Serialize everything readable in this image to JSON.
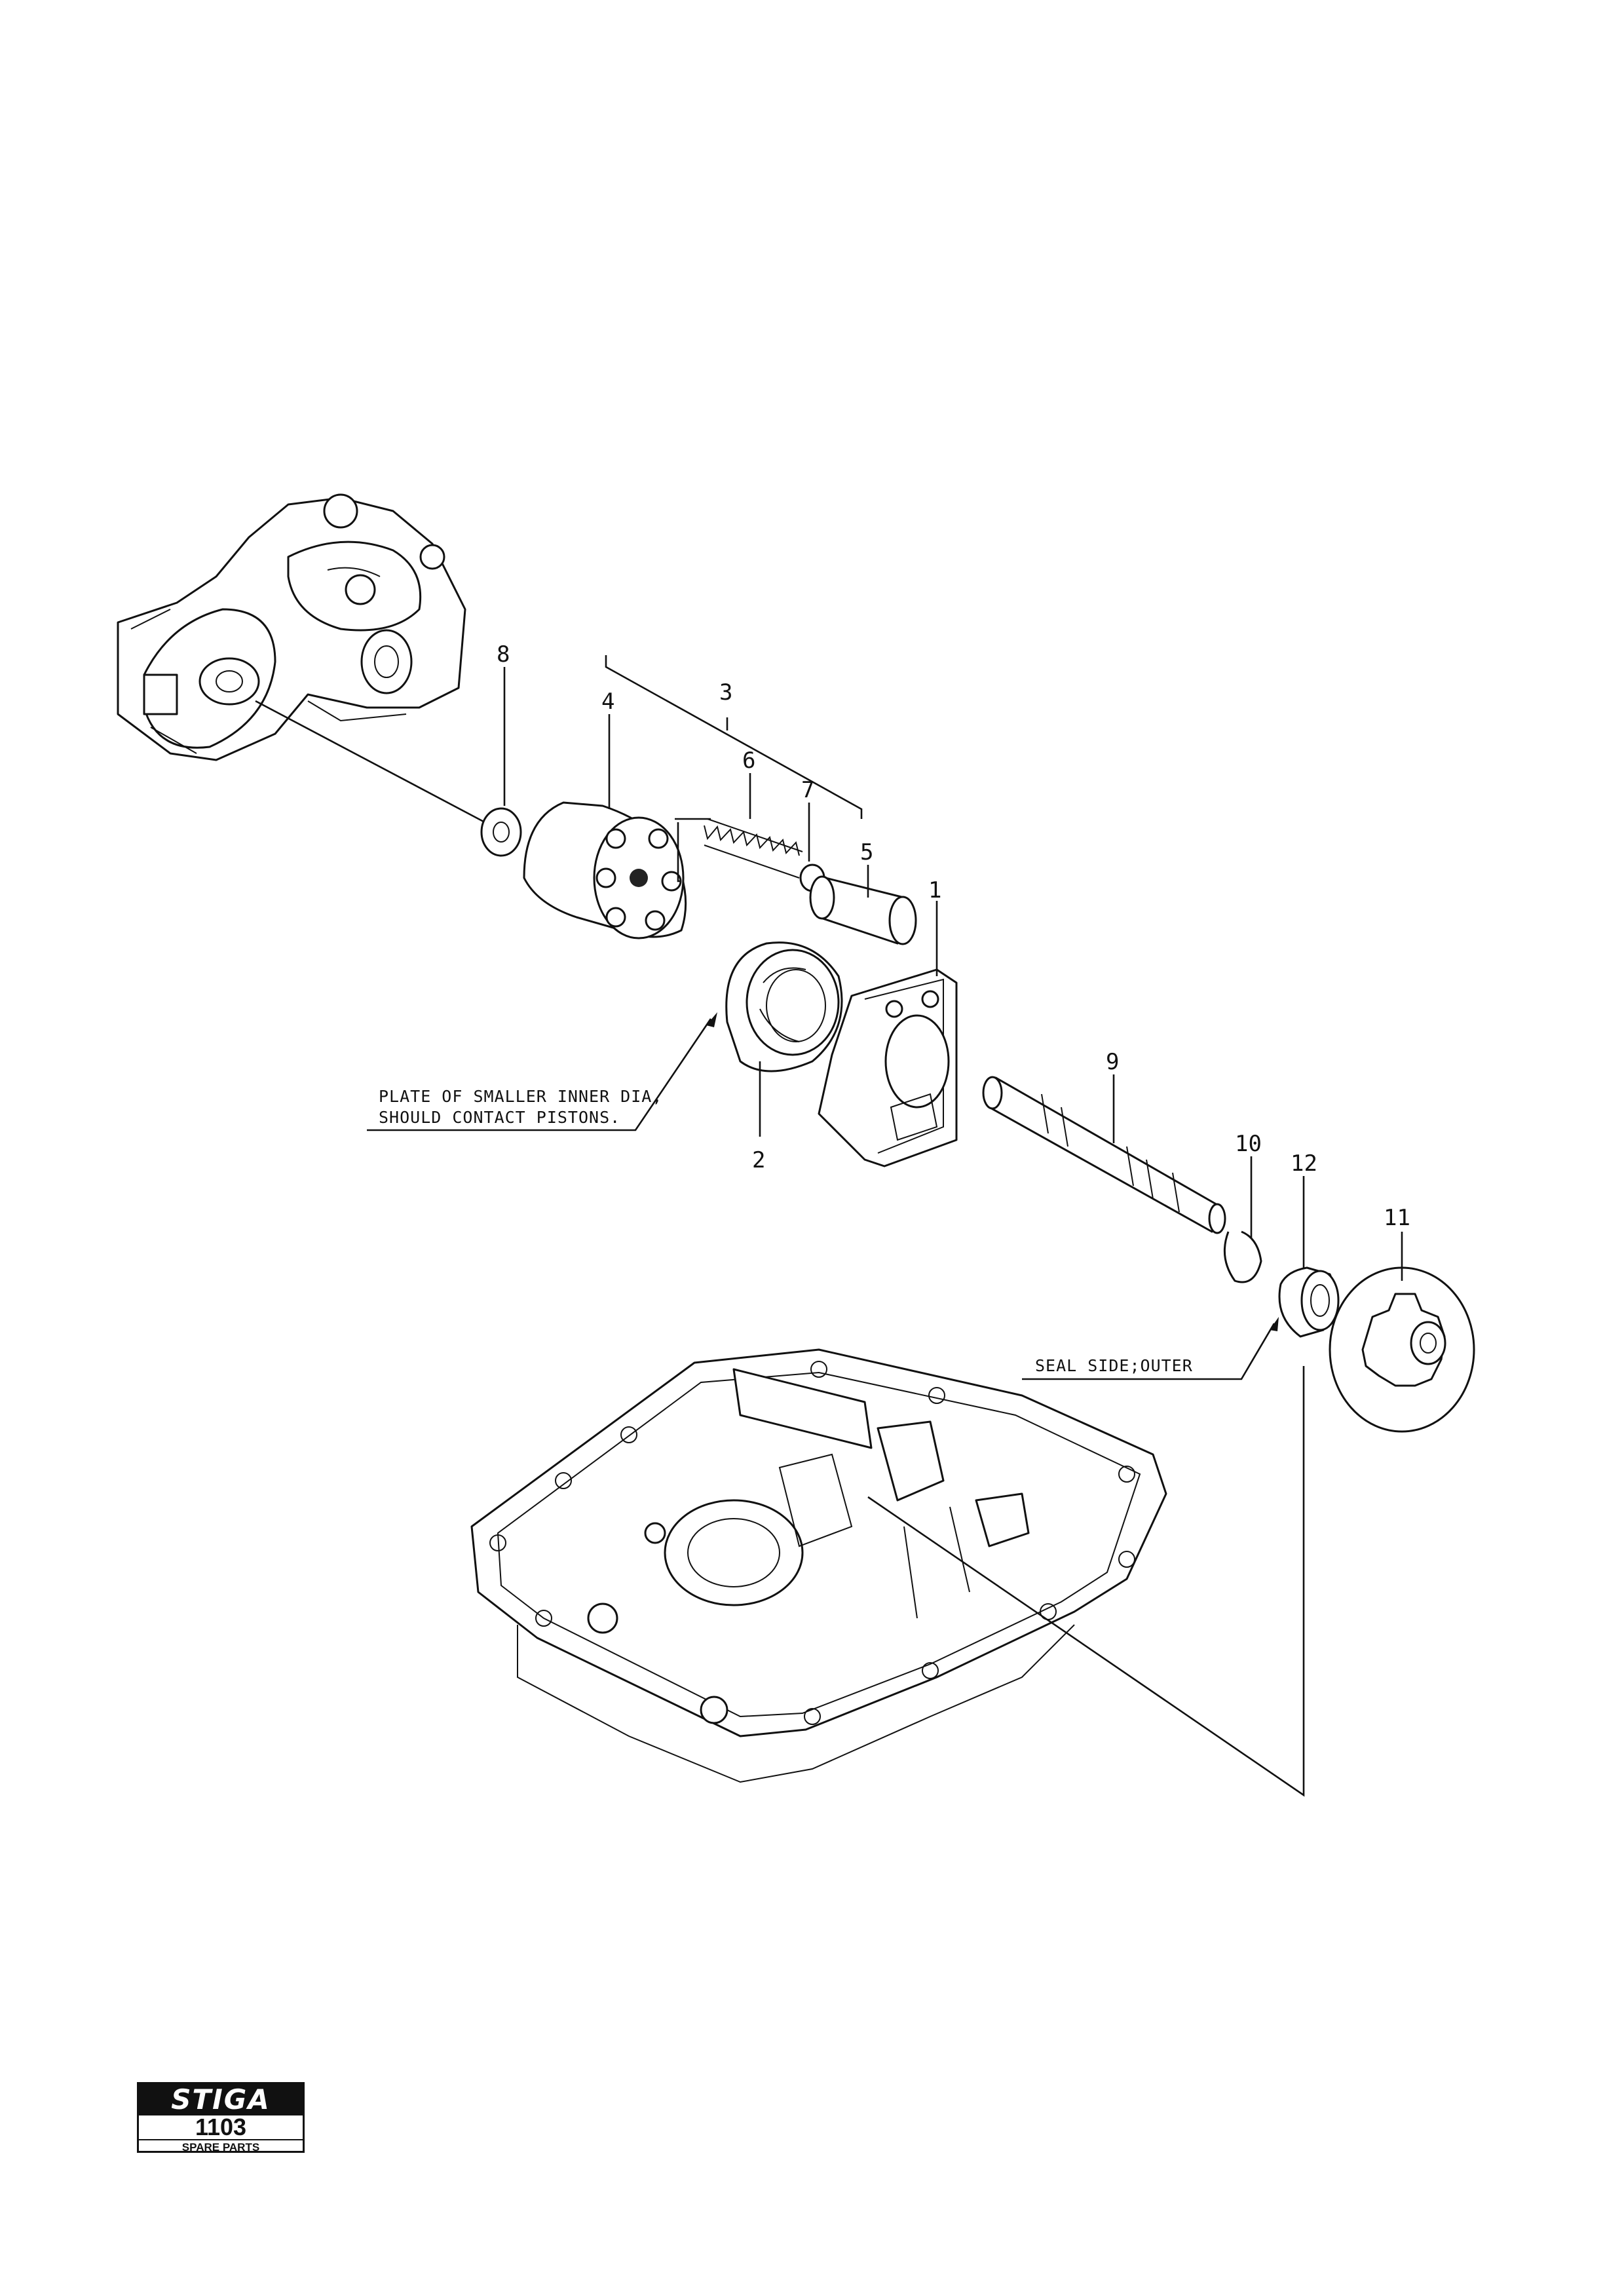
{
  "callouts": {
    "c1": "1",
    "c2": "2",
    "c3": "3",
    "c4": "4",
    "c5": "5",
    "c6": "6",
    "c7": "7",
    "c8": "8",
    "c9": "9",
    "c10": "10",
    "c11": "11",
    "c12": "12"
  },
  "notes": {
    "plate_line1": "PLATE OF SMALLER INNER DIA,",
    "plate_line2": "SHOULD CONTACT PISTONS.",
    "seal": "SEAL SIDE;OUTER"
  },
  "logo": {
    "brand": "STIGA",
    "number": "1103",
    "subtitle": "SPARE PARTS"
  }
}
